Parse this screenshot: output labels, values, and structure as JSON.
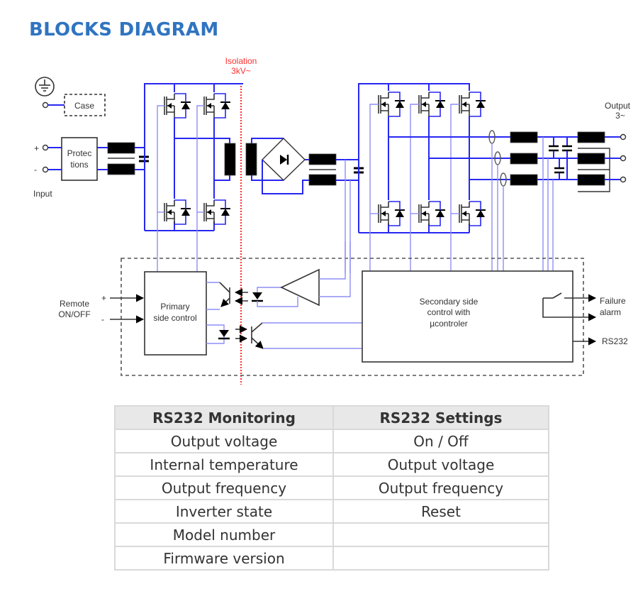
{
  "page": {
    "title": "BLOCKS DIAGRAM",
    "accent_color": "#2f74c0"
  },
  "diagram": {
    "isolation_label_line1": "Isolation",
    "isolation_label_line2": "3kV~",
    "isolation_color": "#ff3030",
    "case_label": "Case",
    "protections_line1": "Protec",
    "protections_line2": "tions",
    "input_label": "Input",
    "input_plus": "+",
    "input_minus": "-",
    "output_label_line1": "Output",
    "output_label_line2": "3~",
    "remote_label_line1": "Remote",
    "remote_label_line2": "ON/OFF",
    "remote_plus": "+",
    "remote_minus": "-",
    "primary_line1": "Primary",
    "primary_line2": "side control",
    "secondary_line1": "Secondary side",
    "secondary_line2": "control with",
    "secondary_line3": "µcontroler",
    "failure_line1": "Failure",
    "failure_line2": "alarm",
    "rs232_label": "RS232",
    "wire_color": "#2727f2",
    "signal_wire_color": "#8e8ef5"
  },
  "table": {
    "headers": [
      "RS232 Monitoring",
      "RS232 Settings"
    ],
    "rows": [
      [
        "Output voltage",
        "On / Off"
      ],
      [
        "Internal temperature",
        "Output voltage"
      ],
      [
        "Output frequency",
        "Output frequency"
      ],
      [
        "Inverter state",
        "Reset"
      ],
      [
        "Model number",
        ""
      ],
      [
        "Firmware version",
        ""
      ]
    ]
  }
}
